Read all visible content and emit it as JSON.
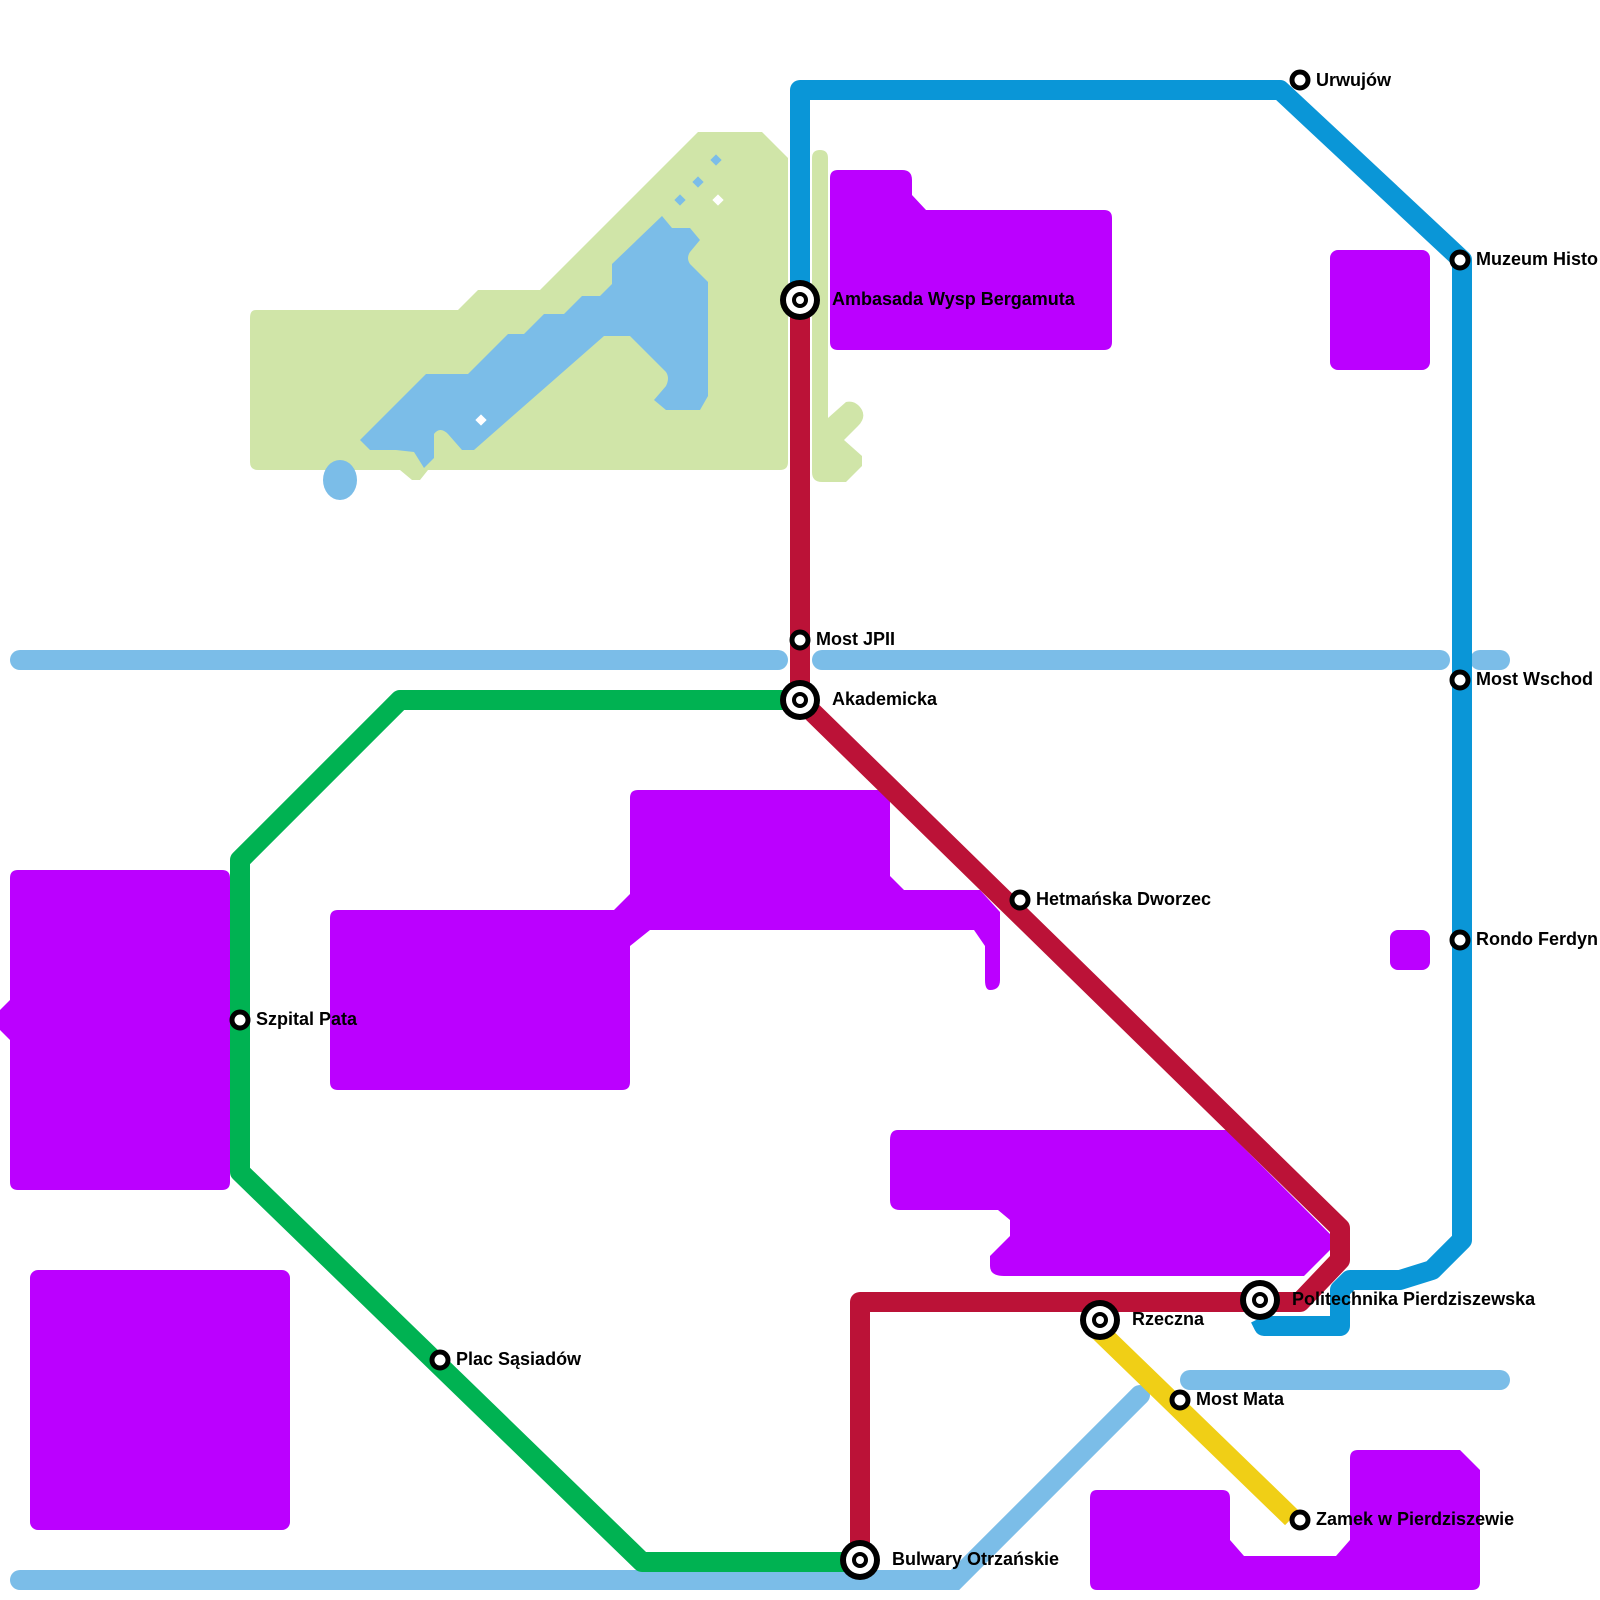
{
  "map_title": "",
  "colors": {
    "background": "#ffffff",
    "building": "#bb00ff",
    "park": "#d0e5a8",
    "water": "#7bbde8",
    "station_ring": "#000000",
    "station_fill": "#ffffff"
  },
  "lines": [
    {
      "id": "blue",
      "color": "#0a96d7",
      "stations": [
        "Ambasada Wysp Bergamuta",
        "Urwujów",
        "Muzeum Histo",
        "Most Wschod",
        "Rondo Ferdyn",
        "Politechnika Pierdziszewska"
      ]
    },
    {
      "id": "red",
      "color": "#bb1237",
      "stations": [
        "Ambasada Wysp Bergamuta",
        "Most JPII",
        "Akademicka",
        "Hetmańska Dworzec",
        "Politechnika Pierdziszewska",
        "Rzeczna",
        "Bulwary Otrzańskie"
      ]
    },
    {
      "id": "green",
      "color": "#00b252",
      "stations": [
        "Akademicka",
        "Szpital Pata",
        "Plac Sąsiadów",
        "Bulwary Otrzańskie"
      ]
    },
    {
      "id": "yellow",
      "color": "#f0cf16",
      "stations": [
        "Rzeczna",
        "Most Mata",
        "Zamek w Pierdziszewie"
      ]
    }
  ],
  "stations": [
    {
      "name": "Urwujów",
      "type": "stop"
    },
    {
      "name": "Muzeum Histo",
      "type": "stop"
    },
    {
      "name": "Ambasada Wysp Bergamuta",
      "type": "interchange"
    },
    {
      "name": "Most JPII",
      "type": "stop"
    },
    {
      "name": "Akademicka",
      "type": "interchange"
    },
    {
      "name": "Most Wschod",
      "type": "stop"
    },
    {
      "name": "Hetmańska Dworzec",
      "type": "stop"
    },
    {
      "name": "Rondo Ferdyn",
      "type": "stop"
    },
    {
      "name": "Szpital Pata",
      "type": "stop"
    },
    {
      "name": "Politechnika Pierdziszewska",
      "type": "interchange"
    },
    {
      "name": "Rzeczna",
      "type": "interchange"
    },
    {
      "name": "Plac Sąsiadów",
      "type": "stop"
    },
    {
      "name": "Most Mata",
      "type": "stop"
    },
    {
      "name": "Zamek w Pierdziszewie",
      "type": "stop"
    },
    {
      "name": "Bulwary Otrzańskie",
      "type": "interchange"
    }
  ]
}
